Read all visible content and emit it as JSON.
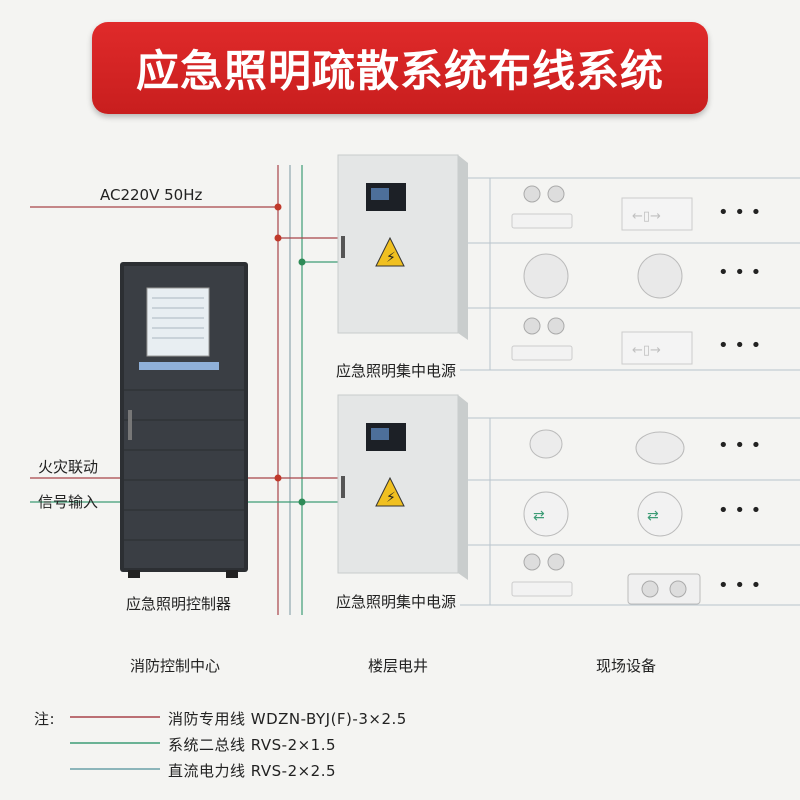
{
  "title": "应急照明疏散系统布线系统",
  "power_input": "AC220V  50Hz",
  "fire_signal": {
    "line1": "火灾联动",
    "line2": "信号输入"
  },
  "devices": {
    "controller": "应急照明控制器",
    "power_supply_top": "应急照明集中电源",
    "power_supply_bottom": "应急照明集中电源"
  },
  "sections": {
    "control_center": "消防控制中心",
    "floor_shaft": "楼层电井",
    "field_equipment": "现场设备"
  },
  "legend": {
    "note": "注:",
    "items": [
      {
        "label": "消防专用线  WDZN-BYJ(F)-3×2.5",
        "color": "#a8434a"
      },
      {
        "label": "系统二总线  RVS-2×1.5",
        "color": "#3d9c76"
      },
      {
        "label": "直流电力线  RVS-2×2.5",
        "color": "#6aa0a8"
      }
    ]
  },
  "more_indicator": "• • •",
  "colors": {
    "banner": "#d42424",
    "fire_line": "#a8434a",
    "bus_line": "#3d9c76",
    "dc_line": "#6aa0a8",
    "grid_line": "#b9c4cc"
  }
}
